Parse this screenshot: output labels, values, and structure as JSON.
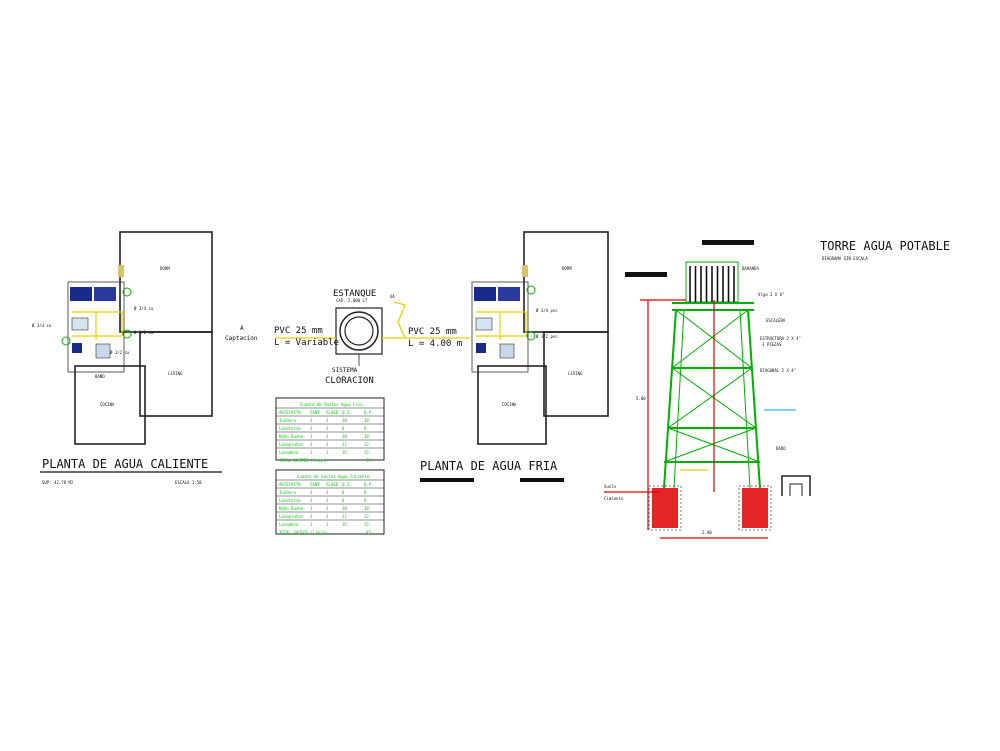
{
  "hot_plan": {
    "title": "PLANTA DE AGUA CALIENTE",
    "surface": "SUP: 42,78 M2",
    "scale": "ESCALA 1:50",
    "room_top": "DORM",
    "room_right": "LIVING",
    "room_bottom": "COCINA",
    "room_small": "BAÑO",
    "pipe_label_1": "Ø 3/4 cu",
    "pipe_label_2": "Ø 1/2 cu",
    "pipe_label_3": "Ø 1/2 cu",
    "pipe_label_4": "Ø 3/4 cu"
  },
  "tank": {
    "title": "ESTANQUE",
    "subtitle": "CAP. 2.000 LT",
    "ua_label": "UA",
    "from_label_1": "A",
    "from_label_2": "Captacion",
    "pipe_in_1": "PVC 25 mm",
    "pipe_in_2": "L = Variable",
    "pipe_out_1": "PVC 25 mm",
    "pipe_out_2": "L = 4.00 m",
    "system_1": "SISTEMA",
    "system_2": "CLORACION"
  },
  "table_cold": {
    "title": "Cuadro de Gastos Agua Fria",
    "headers": [
      "ARTEFACTO",
      "CANT",
      "CLASE",
      "Q.I.",
      "Q.P."
    ],
    "rows": [
      [
        "Inodoro",
        "1",
        "1",
        "10",
        "10"
      ],
      [
        "Lavatorio",
        "1",
        "1",
        "8",
        "8"
      ],
      [
        "Baño Ducha",
        "1",
        "1",
        "10",
        "10"
      ],
      [
        "Lavaplatos",
        "1",
        "1",
        "12",
        "12"
      ],
      [
        "Lavadero",
        "1",
        "1",
        "15",
        "15"
      ]
    ],
    "total": "TOTAL GASTOS (l/min)",
    "total_value": "55"
  },
  "table_hot": {
    "title": "Cuadro de Gastos Agua Caliente",
    "headers": [
      "ARTEFACTO",
      "CANT",
      "CLASE",
      "Q.I.",
      "Q.P."
    ],
    "rows": [
      [
        "Inodoro",
        "1",
        "1",
        "0",
        "0"
      ],
      [
        "Lavatorio",
        "1",
        "1",
        "8",
        "8"
      ],
      [
        "Baño Ducha",
        "1",
        "1",
        "10",
        "10"
      ],
      [
        "Lavaplatos",
        "1",
        "1",
        "12",
        "12"
      ],
      [
        "Lavadero",
        "1",
        "1",
        "15",
        "15"
      ]
    ],
    "total": "TOTAL GASTOS (l/min)",
    "total_value": "45"
  },
  "cold_plan": {
    "title": "PLANTA DE AGUA FRIA",
    "room_top": "DORM",
    "room_right": "LIVING",
    "room_bottom": "COCINA",
    "pipe_label_1": "Ø 3/4 pvc",
    "pipe_label_2": "Ø 1/2 pvc"
  },
  "tower": {
    "title": "TORRE AGUA POTABLE",
    "subtitle": "DIAGRAMA SIN ESCALA",
    "label_tank": "BARANDA",
    "label_beam": "Viga 2 X 6\"",
    "label_col": "ESCALERA",
    "label_struct": "ESTRUCTURA 2 X 4\"",
    "label_struct_2": "3 PIEZAS",
    "label_diag": "DIAGONAL 2 X 4\"",
    "label_dado": "DADO",
    "label_width": "2.40",
    "label_height": "5.00",
    "label_left_1": "Suelo",
    "label_left_2": "Cimiento"
  },
  "colors": {
    "wall": "#222222",
    "pipe_cold": "#e6d000",
    "pipe_hot": "#e6d000",
    "table_text": "#00cc00",
    "structure": "#00b000",
    "foundation": "#e00000"
  }
}
